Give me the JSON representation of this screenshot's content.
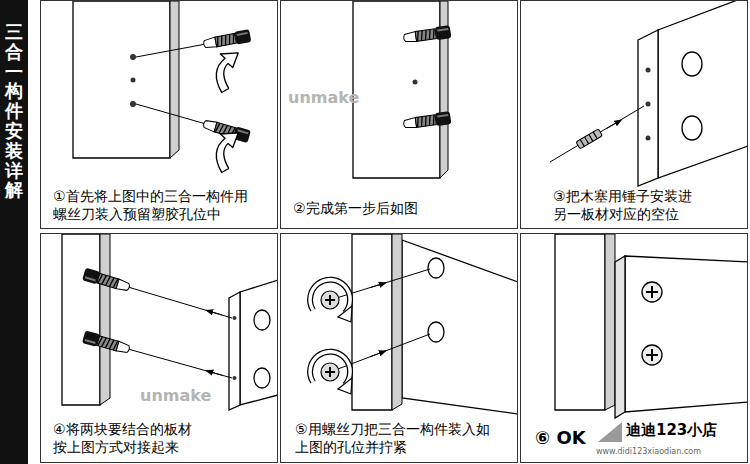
{
  "diagram": {
    "nodes": [
      {
        "text": [
          "三合一构件安装详解"
        ]
      },
      {
        "text": [
          "①首先将上图中的三合一构件用 螺丝刀装入预留塑胶孔位中"
        ]
      },
      {
        "text": [
          "②完成第一步后如图"
        ]
      },
      {
        "text": [
          "③把木塞用锤子安装进 另一板材对应的空位"
        ]
      },
      {
        "text": [
          "④将两块要结合的板材 按上图方式对接起来"
        ]
      },
      {
        "text": [
          "⑤用螺丝刀把三合一构件装入如 上图的孔位并拧紧"
        ]
      },
      {
        "text": [
          "⑥ OK"
        ]
      }
    ],
    "labels": [
      "unmake",
      "unmake",
      "迪迪123小店",
      "www.didi123xiaodian.com"
    ]
  }
}
